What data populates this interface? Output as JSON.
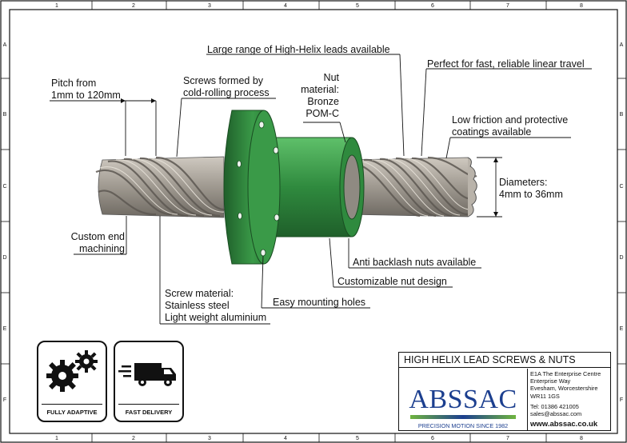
{
  "grid": {
    "columns": [
      "1",
      "2",
      "3",
      "4",
      "5",
      "6",
      "7",
      "8"
    ],
    "rows": [
      "A",
      "B",
      "C",
      "D",
      "E",
      "F"
    ]
  },
  "annotations": {
    "helix_leads": "Large range of High-Helix leads available",
    "linear_travel": "Perfect for fast, reliable linear travel",
    "pitch_line1": "Pitch from",
    "pitch_line2": "1mm to 120mm",
    "cold_rolling_line1": "Screws formed by",
    "cold_rolling_line2": "cold-rolling process",
    "nut_material_line1": "Nut",
    "nut_material_line2": "material:",
    "nut_material_line3": "Bronze",
    "nut_material_line4": "POM-C",
    "coatings_line1": "Low friction and protective",
    "coatings_line2": "coatings available",
    "diameters_line1": "Diameters:",
    "diameters_line2": "4mm to 36mm",
    "custom_end_line1": "Custom end",
    "custom_end_line2": "machining",
    "anti_backlash": "Anti backlash nuts available",
    "custom_nut": "Customizable nut design",
    "mounting_holes": "Easy mounting holes",
    "screw_material_line1": "Screw material:",
    "screw_material_line2": "Stainless steel",
    "screw_material_line3": "Light weight aluminium"
  },
  "badges": {
    "adaptive": "FULLY ADAPTIVE",
    "delivery": "FAST DELIVERY"
  },
  "title_block": {
    "title": "HIGH HELIX LEAD SCREWS & NUTS",
    "logo": "ABSSAC",
    "tagline": "PRECISION MOTION SINCE 1982",
    "address": [
      "E1A The Enterprise Centre",
      "Enterprise Way",
      "Evesham, Worcestershire",
      "WR11 1GS"
    ],
    "phone": "Tel: 01386 421005",
    "email": "sales@abssac.com",
    "website": "www.abssac.co.uk"
  },
  "colors": {
    "nut_green": "#2f8a3e",
    "steel": "#9a948c",
    "brand_blue": "#1c3f8f",
    "brand_green": "#6fb43f"
  }
}
